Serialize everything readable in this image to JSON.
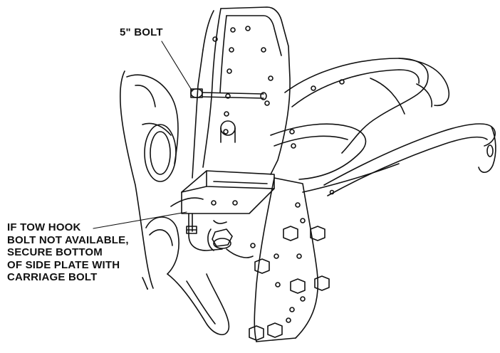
{
  "callouts": {
    "bolt": {
      "text": "5\" BOLT"
    },
    "tow_hook": {
      "lines": [
        "IF TOW HOOK",
        "BOLT NOT AVAILABLE,",
        "SECURE BOTTOM",
        "OF SIDE PLATE WITH",
        "CARRIAGE BOLT"
      ]
    }
  },
  "colors": {
    "ink": "#111111",
    "background": "#ffffff"
  }
}
